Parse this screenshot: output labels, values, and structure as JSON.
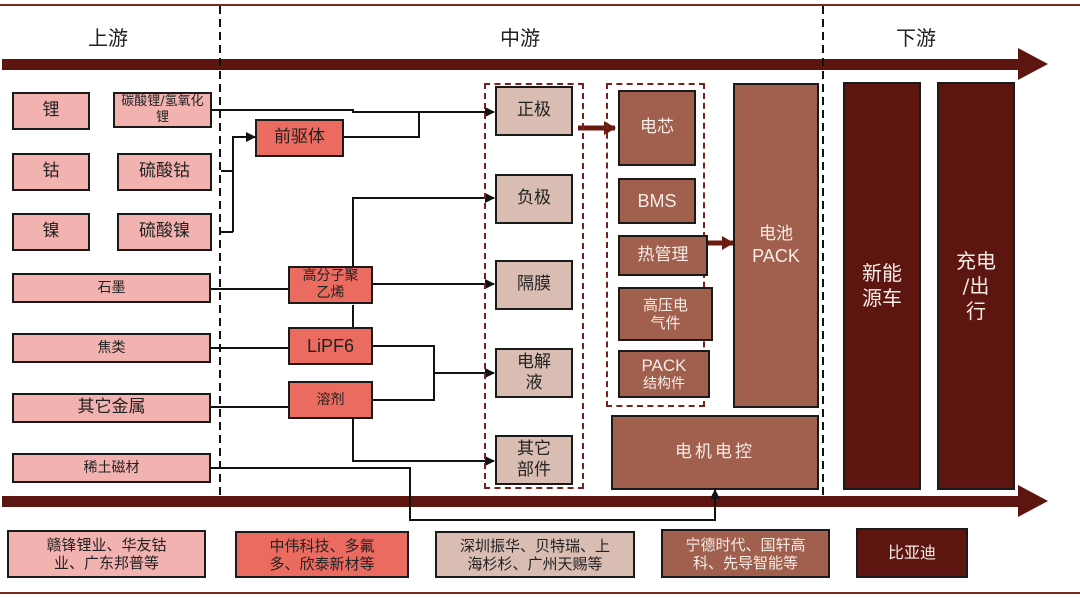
{
  "headers": {
    "upstream": "上游",
    "midstream": "中游",
    "downstream": "下游"
  },
  "upstream": {
    "raw": [
      {
        "id": "lithium",
        "label": "锂"
      },
      {
        "id": "cobalt",
        "label": "钴"
      },
      {
        "id": "nickel",
        "label": "镍"
      }
    ],
    "compounds": [
      {
        "id": "lithium-carbonate",
        "label": "碳酸锂/氢氧化锂"
      },
      {
        "id": "cobalt-sulfate",
        "label": "硫酸钴"
      },
      {
        "id": "nickel-sulfate",
        "label": "硫酸镍"
      }
    ],
    "wide": [
      {
        "id": "graphite",
        "label": "石墨"
      },
      {
        "id": "coke",
        "label": "焦类"
      },
      {
        "id": "other-metals",
        "label": "其它金属"
      },
      {
        "id": "rare-earth-magnets",
        "label": "稀土磁材"
      }
    ]
  },
  "materials": [
    {
      "id": "precursor",
      "label": "前驱体"
    },
    {
      "id": "polyethylene",
      "label": "高分子聚乙烯"
    },
    {
      "id": "lipf6",
      "label": "LiPF6"
    },
    {
      "id": "solvent",
      "label": "溶剂"
    }
  ],
  "components": [
    {
      "id": "cathode",
      "label": "正极"
    },
    {
      "id": "anode",
      "label": "负极"
    },
    {
      "id": "separator",
      "label": "隔膜"
    },
    {
      "id": "electrolyte",
      "label": "电解液"
    },
    {
      "id": "other-parts",
      "label": "其它部件"
    }
  ],
  "pack_parts": [
    {
      "id": "cell",
      "label": "电芯"
    },
    {
      "id": "bms",
      "label": "BMS"
    },
    {
      "id": "thermal",
      "label": "热管理"
    },
    {
      "id": "hv-electrical",
      "label": "高压电气件"
    },
    {
      "id": "pack-structure",
      "label": "PACK结构件"
    }
  ],
  "battery_pack": {
    "line1": "电池",
    "line2": "PACK"
  },
  "motor_control": "电机电控",
  "downstream": [
    {
      "id": "nev",
      "line1": "新能",
      "line2": "源车"
    },
    {
      "id": "charging",
      "line1": "充电",
      "line2": "/出",
      "line3": "行"
    }
  ],
  "companies": [
    {
      "id": "upstream-companies",
      "line1": "赣锋锂业、华友钴",
      "line2": "业、广东邦普等"
    },
    {
      "id": "material-companies",
      "line1": "中伟科技、多氟",
      "line2": "多、欣泰新材等"
    },
    {
      "id": "component-companies",
      "line1": "深圳振华、贝特瑞、上",
      "line2": "海杉杉、广州天赐等"
    },
    {
      "id": "battery-companies",
      "line1": "宁德时代、国轩高",
      "line2": "科、先导智能等"
    },
    {
      "id": "downstream-companies",
      "line1": "比亚迪"
    }
  ],
  "colors": {
    "band": "#5c160f",
    "raw": "#f2b2b0",
    "material": "#ec6b60",
    "component": "#d9bcb2",
    "battery": "#a0604d",
    "downstream": "#5c160f"
  }
}
